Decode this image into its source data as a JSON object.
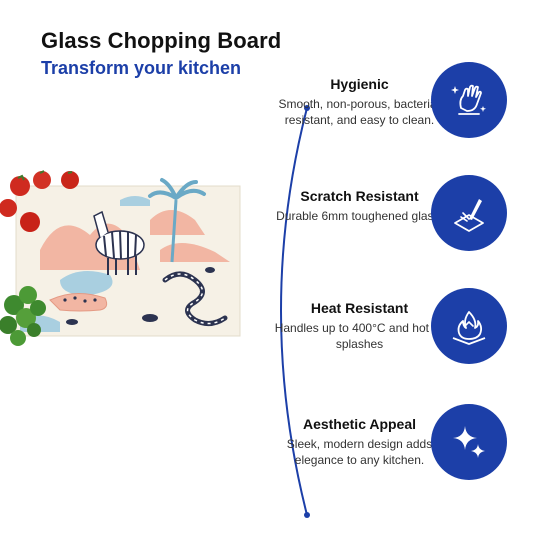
{
  "header": {
    "title": "Glass Chopping Board",
    "subtitle": "Transform your kitchen"
  },
  "features": [
    {
      "title": "Hygienic",
      "desc": "Smooth, non-porous, bacteria-resistant, and easy to clean.",
      "icon": "hand-wipe-sparkle-icon"
    },
    {
      "title": "Scratch Resistant",
      "desc": "Durable 6mm toughened glass.",
      "icon": "knife-scratch-icon"
    },
    {
      "title": "Heat Resistant",
      "desc": "Handles up to 400°C and hot oil splashes",
      "icon": "flame-heat-icon"
    },
    {
      "title": "Aesthetic Appeal",
      "desc": "Sleek, modern design adds elegance to any kitchen.",
      "icon": "sparkle-stars-icon"
    }
  ],
  "colors": {
    "accent": "#1c3fa8",
    "title": "#111111",
    "board_background": "#f6f1e6",
    "pink": "#f2b6a3",
    "blue": "#a9cfe0",
    "navy": "#2c3350"
  }
}
